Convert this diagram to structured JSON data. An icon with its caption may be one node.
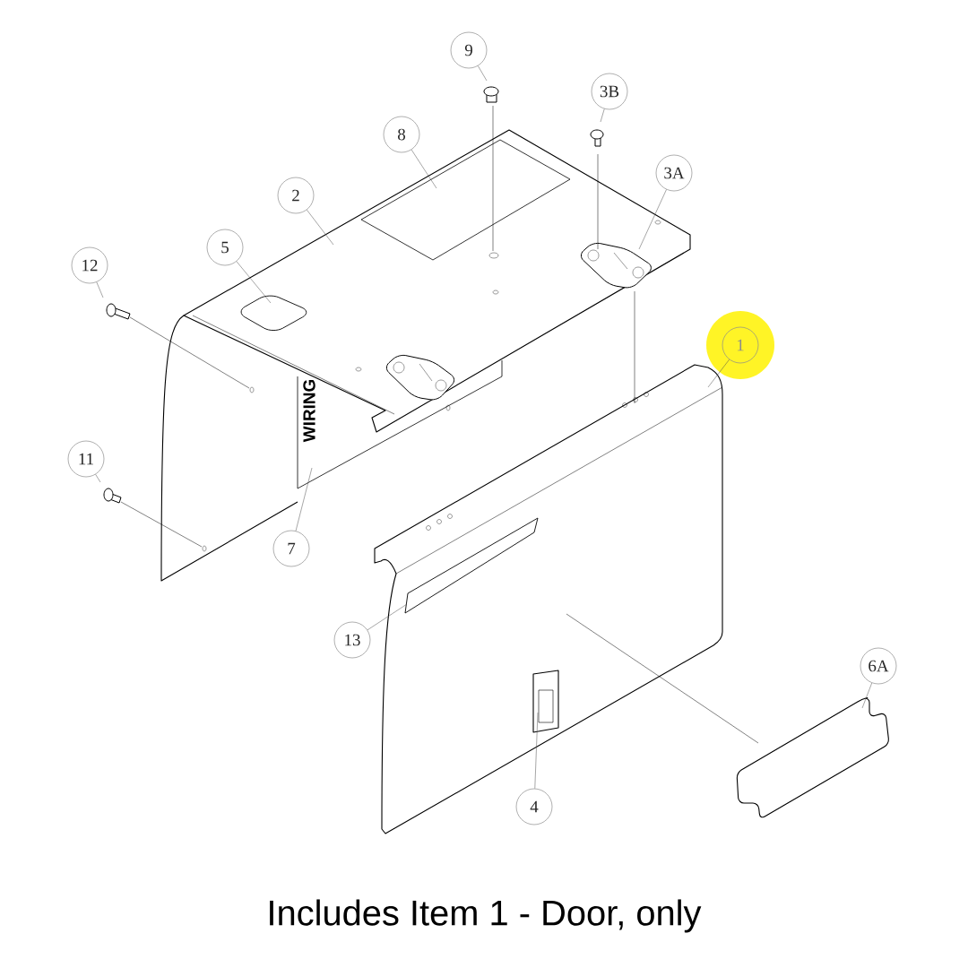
{
  "diagram": {
    "caption": "Includes Item 1 - Door, only",
    "nodes": [
      {
        "text": [
          "9"
        ]
      },
      {
        "text": [
          "3B"
        ]
      },
      {
        "text": [
          "8"
        ]
      },
      {
        "text": [
          "3A"
        ]
      },
      {
        "text": [
          "2"
        ]
      },
      {
        "text": [
          "5"
        ]
      },
      {
        "text": [
          "12"
        ]
      },
      {
        "text": [
          "1"
        ]
      },
      {
        "text": [
          "11"
        ]
      },
      {
        "text": [
          "7"
        ]
      },
      {
        "text": [
          "13"
        ]
      },
      {
        "text": [
          "6A"
        ]
      },
      {
        "text": [
          "4"
        ]
      }
    ],
    "edges": [
      {
        "from": 0,
        "to": null,
        "arrow": "none"
      },
      {
        "from": 1,
        "to": null,
        "arrow": "none"
      },
      {
        "from": 2,
        "to": null,
        "arrow": "none"
      },
      {
        "from": 3,
        "to": null,
        "arrow": "none"
      },
      {
        "from": 4,
        "to": null,
        "arrow": "none"
      },
      {
        "from": 5,
        "to": null,
        "arrow": "none"
      },
      {
        "from": 6,
        "to": null,
        "arrow": "none"
      },
      {
        "from": 7,
        "to": null,
        "arrow": "none"
      },
      {
        "from": 8,
        "to": null,
        "arrow": "none"
      },
      {
        "from": 9,
        "to": null,
        "arrow": "none"
      },
      {
        "from": 10,
        "to": null,
        "arrow": "none"
      },
      {
        "from": 11,
        "to": null,
        "arrow": "none"
      },
      {
        "from": 12,
        "to": null,
        "arrow": "none"
      }
    ],
    "labels": [
      "WIRING"
    ]
  }
}
